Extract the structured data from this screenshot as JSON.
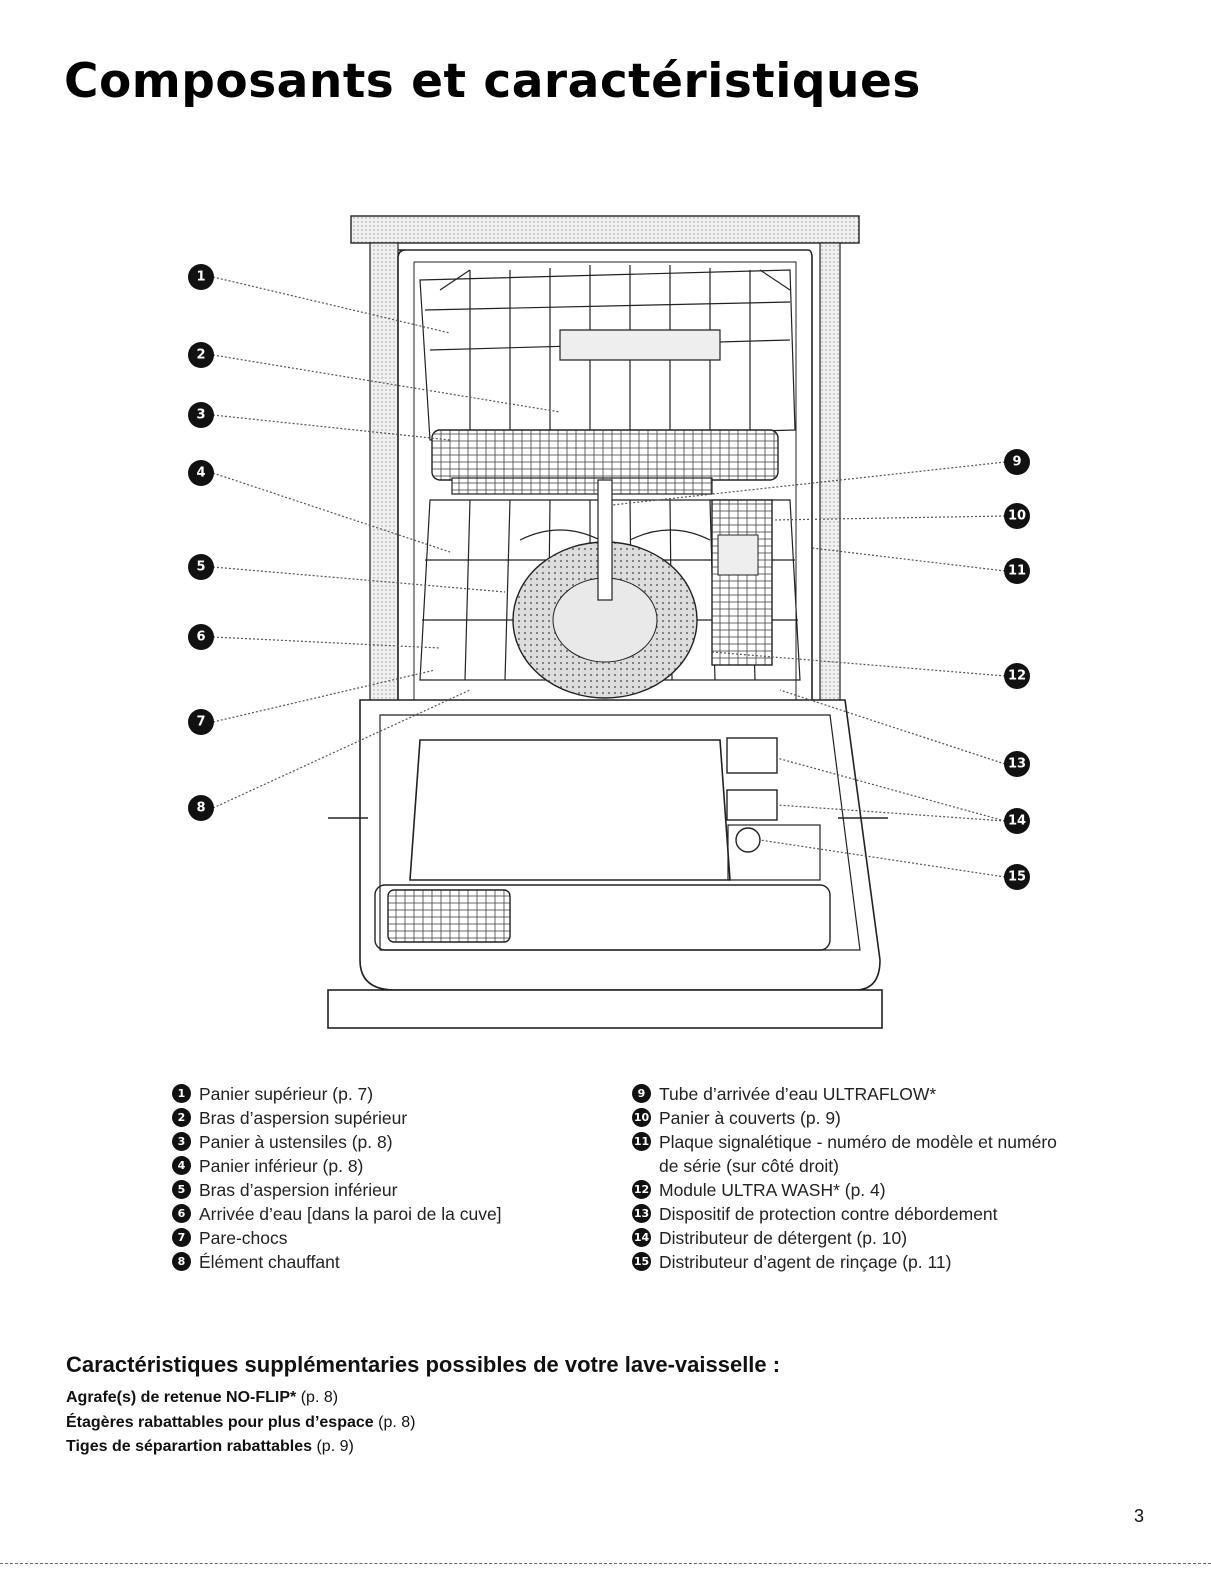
{
  "title": "Composants et caractéristiques",
  "callout_numbers": [
    "1",
    "2",
    "3",
    "4",
    "5",
    "6",
    "7",
    "8",
    "9",
    "10",
    "11",
    "12",
    "13",
    "14",
    "15"
  ],
  "legend_left": [
    {
      "num": "1",
      "text": "Panier supérieur (p. 7)"
    },
    {
      "num": "2",
      "text": "Bras d’aspersion supérieur"
    },
    {
      "num": "3",
      "text": "Panier à ustensiles (p. 8)"
    },
    {
      "num": "4",
      "text": "Panier inférieur (p. 8)"
    },
    {
      "num": "5",
      "text": "Bras d’aspersion inférieur"
    },
    {
      "num": "6",
      "text": "Arrivée d’eau [dans la paroi de la cuve]"
    },
    {
      "num": "7",
      "text": "Pare-chocs"
    },
    {
      "num": "8",
      "text": "Élément chauffant"
    }
  ],
  "legend_right": [
    {
      "num": "9",
      "text": "Tube d’arrivée d’eau ULTRAFLOW*"
    },
    {
      "num": "10",
      "text": "Panier à couverts (p. 9)"
    },
    {
      "num": "11",
      "text": "Plaque signalétique - numéro de modèle et numéro de série (sur côté droit)"
    },
    {
      "num": "12",
      "text": "Module ULTRA WASH* (p. 4)"
    },
    {
      "num": "13",
      "text": "Dispositif de protection contre débordement"
    },
    {
      "num": "14",
      "text": "Distributeur de détergent (p. 10)"
    },
    {
      "num": "15",
      "text": "Distributeur d’agent de rinçage (p. 11)"
    }
  ],
  "extra": {
    "heading": "Caractéristiques supplémentaries possibles de votre lave-vaisselle :",
    "items": [
      {
        "bold": "Agrafe(s) de retenue NO-FLIP*",
        "ref": "(p. 8)"
      },
      {
        "bold": "Étagères rabattables pour plus d’espace",
        "ref": "(p. 8)"
      },
      {
        "bold": "Tiges de séparartion rabattables",
        "ref": "(p. 9)"
      }
    ]
  },
  "page_number": "3"
}
